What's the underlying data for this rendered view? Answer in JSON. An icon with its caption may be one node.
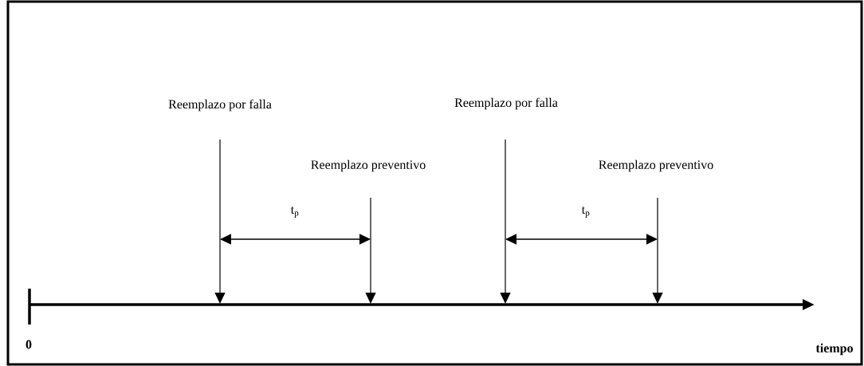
{
  "diagram": {
    "labels": [
      "Reemplazo por falla",
      "Reemplazo por falla",
      "Reemplazo preventivo",
      "Reemplazo preventivo",
      "t$_{p}$",
      "t$_{p}$",
      "0",
      "tiempo"
    ]
  }
}
